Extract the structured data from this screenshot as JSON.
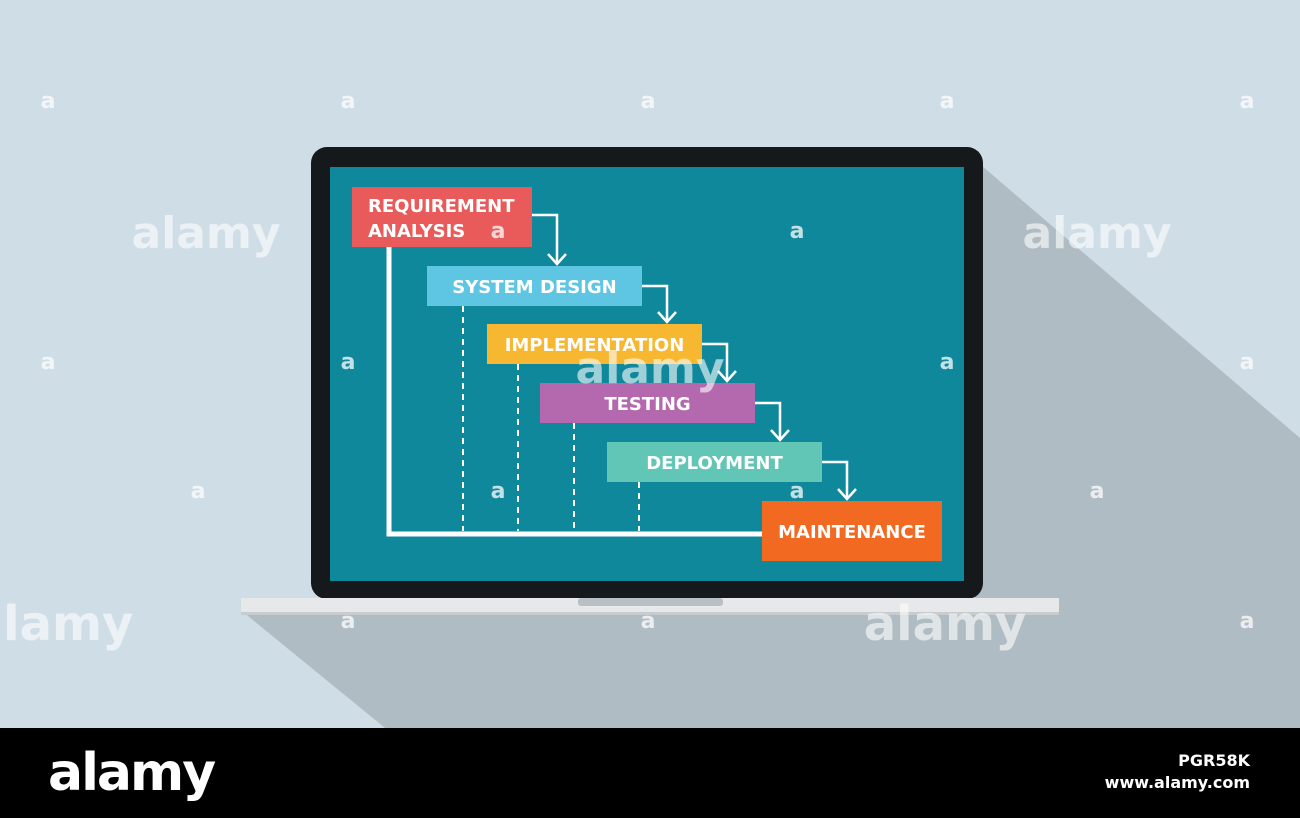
{
  "stages": [
    {
      "lines": [
        "REQUIREMENT",
        "ANALYSIS"
      ],
      "color": "#e95b5b"
    },
    {
      "lines": [
        "SYSTEM DESIGN"
      ],
      "color": "#5ec5e3"
    },
    {
      "lines": [
        "IMPLEMENTATION"
      ],
      "color": "#f7b731"
    },
    {
      "lines": [
        "TESTING"
      ],
      "color": "#b469ae"
    },
    {
      "lines": [
        "DEPLOYMENT"
      ],
      "color": "#62c6b6"
    },
    {
      "lines": [
        "MAINTENANCE"
      ],
      "color": "#f26a22"
    }
  ],
  "colors": {
    "background": "#cfdee6",
    "screen": "#10889b",
    "bezel": "#16191c",
    "laptop_base": "#e6e8ea",
    "shadow": "#b0bcc3",
    "connector": "#ffffff"
  },
  "watermark": {
    "word": "alamy",
    "letter": "a"
  },
  "footer": {
    "logo": "alamy",
    "image_id": "PGR58K",
    "site": "www.alamy.com"
  }
}
